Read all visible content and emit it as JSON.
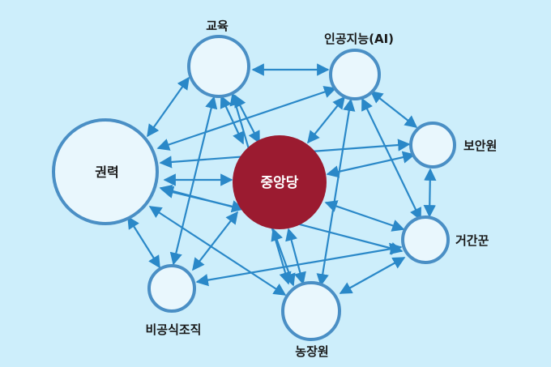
{
  "diagram": {
    "center_label": "중앙당",
    "nodes": {
      "edu": "교육",
      "ai": "인공지능(AI)",
      "power": "권력",
      "security": "보안원",
      "ruffian": "거간꾼",
      "informal": "비공식조직",
      "farm": "농장원"
    }
  },
  "colors": {
    "background": "#cdeefb",
    "node_stroke": "#4a8fc5",
    "node_fill": "#e9f7fd",
    "center_fill": "#9b1b30",
    "arrow": "#2a88c8"
  }
}
